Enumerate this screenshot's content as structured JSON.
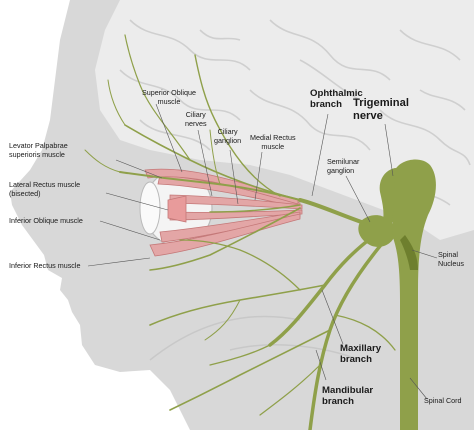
{
  "labels": {
    "superior_oblique": [
      "Superior Oblique",
      "muscle"
    ],
    "ciliary_nerves": [
      "Ciliary",
      "nerves"
    ],
    "ciliary_ganglion": [
      "Ciliary",
      "ganglion"
    ],
    "medial_rectus": [
      "Medial Rectus",
      "muscle"
    ],
    "ophthalmic": [
      "Ophthalmic",
      "branch"
    ],
    "trigeminal": [
      "Trigeminal",
      "nerve"
    ],
    "semilunar": [
      "Semilunar",
      "ganglion"
    ],
    "levator": [
      "Levator Palpabrae",
      "superioris muscle"
    ],
    "lateral_rectus": [
      "Lateral Rectus muscle",
      "(bisected)"
    ],
    "inferior_oblique": [
      "Inferior Oblique muscle"
    ],
    "inferior_rectus": [
      "Inferior Rectus muscle"
    ],
    "spinal_nucleus": [
      "Spinal",
      "Nucleus"
    ],
    "maxillary": [
      "Maxillary",
      "branch"
    ],
    "mandibular": [
      "Mandibular",
      "branch"
    ],
    "spinal_cord": [
      "Spinal Cord"
    ]
  },
  "colors": {
    "nerve": "#8fa04a",
    "nerve_dark": "#6e7f2e",
    "muscle": "#e3a6a6",
    "muscle_stroke": "#c47878",
    "head": "#d6d6d6",
    "brain": "#eaeaea",
    "leader": "#555555"
  }
}
